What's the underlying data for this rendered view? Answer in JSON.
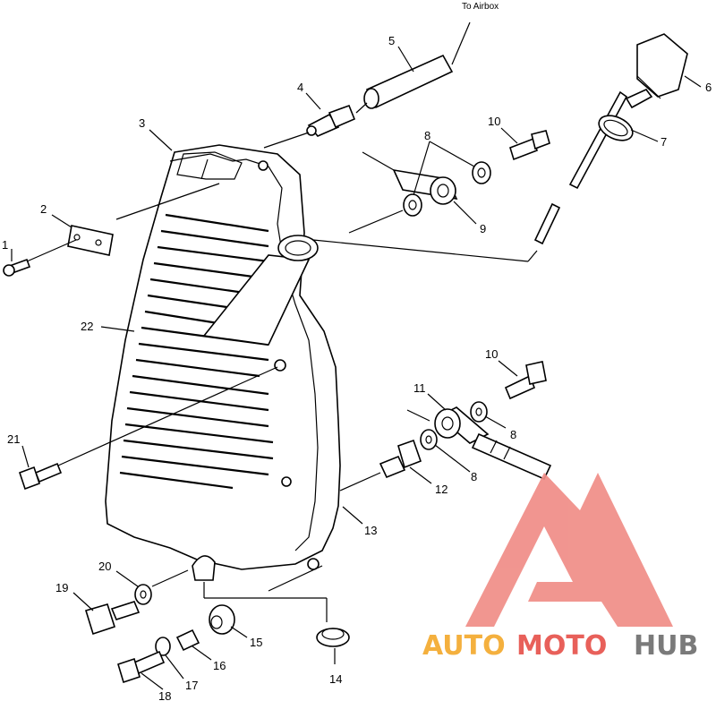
{
  "annotation_to": "To Airbox",
  "callouts": [
    "1",
    "2",
    "3",
    "4",
    "5",
    "6",
    "7",
    "8",
    "9",
    "10",
    "11",
    "12",
    "13",
    "14",
    "15",
    "16",
    "17",
    "18",
    "19",
    "20",
    "21",
    "22"
  ],
  "watermark": {
    "part1": "AUTO",
    "part2": "MOTO",
    "part3": "HUB",
    "color1": "#f4b03e",
    "color2": "#e8605a",
    "color3": "#7a7a7a",
    "logo_color": "#f08d87"
  }
}
